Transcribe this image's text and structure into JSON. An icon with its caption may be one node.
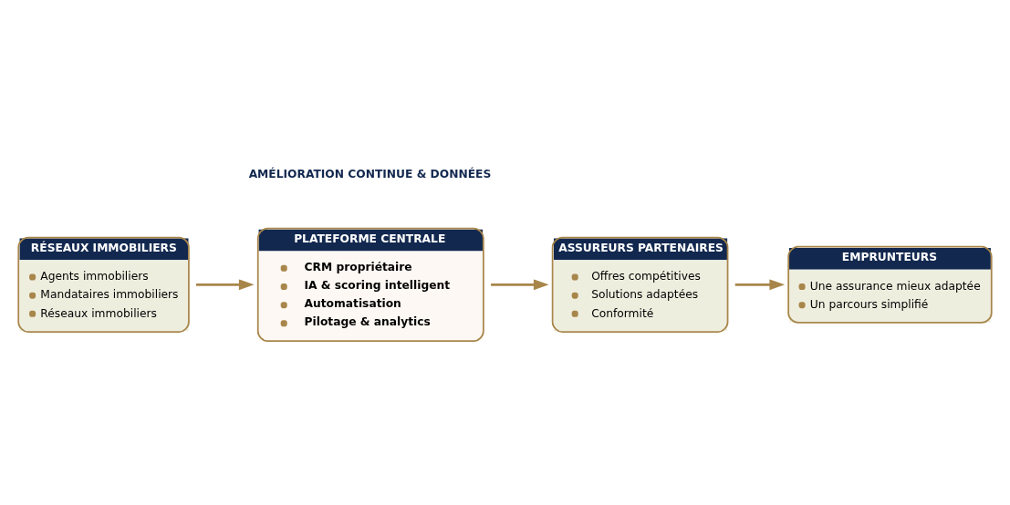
{
  "diagram": {
    "nodes": [
      {
        "text": [
          "RÉSEAUX IMMOBILIERS",
          "Agents immobiliers",
          "Mandataires immobiliers",
          "Réseaux immobiliers"
        ]
      },
      {
        "text": [
          "PLATEFORME CENTRALE",
          "CRM propriétaire",
          "IA & scoring intelligent",
          "Automatisation",
          "Pilotage & analytics"
        ]
      },
      {
        "text": [
          "ASSUREURS PARTENAIRES",
          "Offres compétitives",
          "Solutions adaptées",
          "Conformité"
        ]
      },
      {
        "text": [
          "EMPRUNTEURS",
          "Une assurance mieux adaptée",
          "Un parcours simplifié"
        ]
      }
    ],
    "edges": [
      {
        "from": 0,
        "to": 1,
        "arrow": "to"
      },
      {
        "from": 1,
        "to": 2,
        "arrow": "to"
      },
      {
        "from": 2,
        "to": 3,
        "arrow": "to"
      }
    ],
    "labels": [
      "AMÉLIORATION CONTINUE & DONNÉES"
    ]
  }
}
